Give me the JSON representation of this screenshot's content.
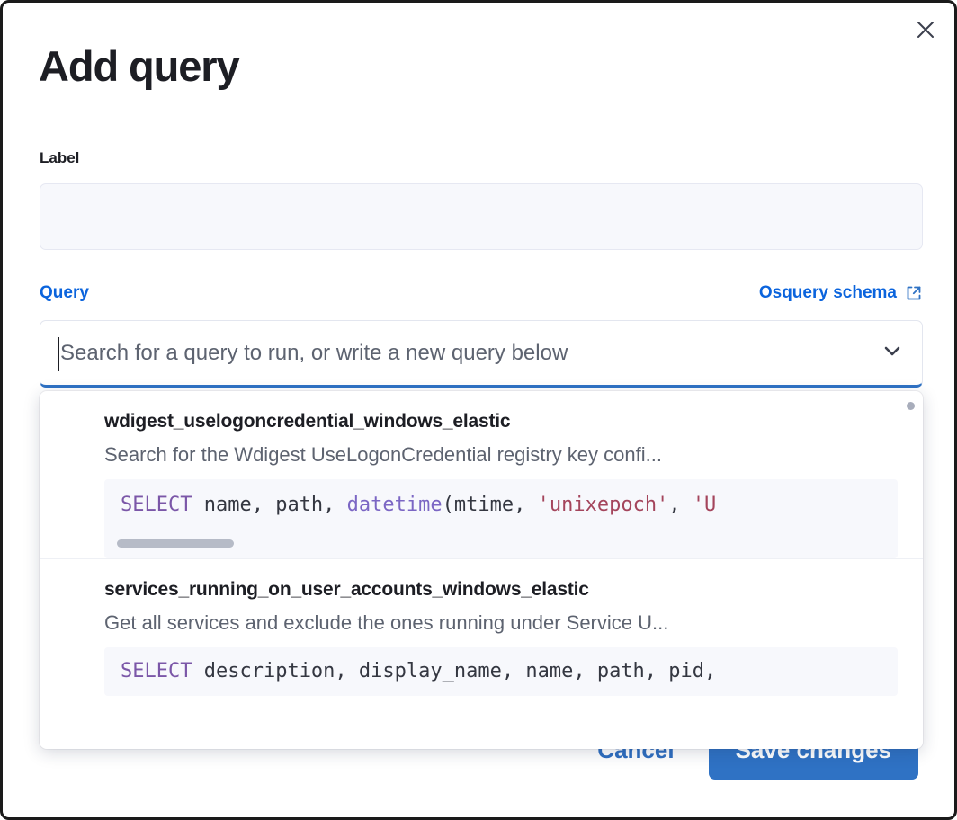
{
  "dialog": {
    "title": "Add query",
    "close_icon": "close-icon"
  },
  "label_field": {
    "label": "Label",
    "value": "",
    "placeholder": ""
  },
  "query_field": {
    "label": "Query",
    "schema_link": "Osquery schema",
    "schema_link_icon": "external-link-icon",
    "placeholder": "Search for a query to run, or write a new query below",
    "value": "",
    "chevron_icon": "chevron-down-icon"
  },
  "dropdown": {
    "options": [
      {
        "title": "wdigest_uselogoncredential_windows_elastic",
        "description": "Search for the Wdigest UseLogonCredential registry key confi...",
        "code_parts": [
          {
            "text": "SELECT",
            "type": "keyword"
          },
          {
            "text": " name, path, ",
            "type": "plain"
          },
          {
            "text": "datetime",
            "type": "function"
          },
          {
            "text": "(mtime, ",
            "type": "plain"
          },
          {
            "text": "'unixepoch'",
            "type": "string"
          },
          {
            "text": ", ",
            "type": "plain"
          },
          {
            "text": "'U",
            "type": "string"
          }
        ],
        "has_hscroll": true
      },
      {
        "title": "services_running_on_user_accounts_windows_elastic",
        "description": "Get all services and exclude the ones running under Service U...",
        "code_parts": [
          {
            "text": "SELECT",
            "type": "keyword"
          },
          {
            "text": " description, display_name, name, path, pid,",
            "type": "plain"
          }
        ],
        "has_hscroll": false
      }
    ]
  },
  "footer": {
    "cancel_label": "Cancel",
    "save_label": "Save changes"
  },
  "colors": {
    "accent_blue": "#0b64dd",
    "button_blue": "#2f72c4",
    "keyword_purple": "#7b57a8",
    "function_purple": "#7b66c4",
    "string_red": "#a4455c",
    "code_bg": "#f7f8fc",
    "input_bg": "#f7f8fc",
    "text_dark": "#1d1e24",
    "text_muted": "#5d6370"
  }
}
